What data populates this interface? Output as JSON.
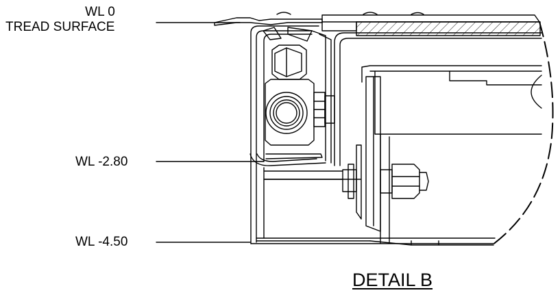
{
  "labels": {
    "wl0_line1": "WL 0",
    "wl0_line2": "TREAD SURFACE",
    "wl_minus_280": "WL -2.80",
    "wl_minus_450": "WL -4.50"
  },
  "detail_title": "DETAIL B",
  "colors": {
    "ink": "#000000",
    "paper": "#ffffff"
  }
}
